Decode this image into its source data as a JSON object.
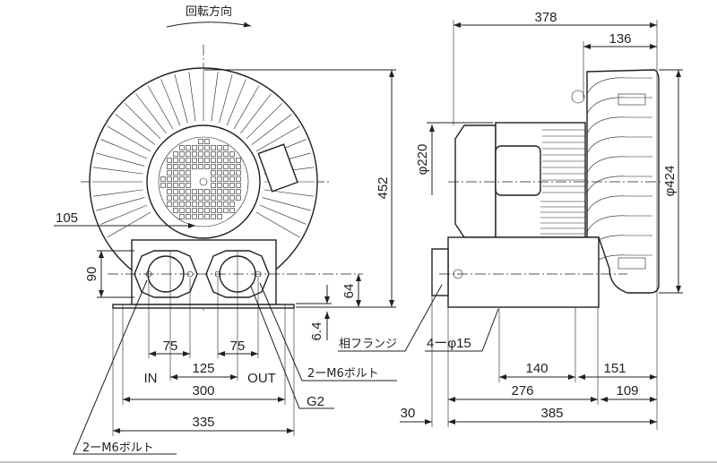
{
  "rotation_label": "回転方向",
  "front_view": {
    "dim_105": "105",
    "dim_90": "90",
    "dim_452": "452",
    "dim_64": "64",
    "dim_6_4": "6.4",
    "dim_75_left": "75",
    "dim_75_right": "75",
    "dim_125": "125",
    "dim_300": "300",
    "dim_335": "335",
    "label_in": "IN",
    "label_out": "OUT",
    "label_bolt_right": "2ーM6ボルト",
    "label_bolt_bottom": "2ーM6ボルト",
    "label_g2": "G2",
    "label_mating_flange": "相フランジ"
  },
  "side_view": {
    "dim_378": "378",
    "dim_136": "136",
    "dim_220": "φ220",
    "dim_424": "φ424",
    "label_holes": "4ーφ15",
    "dim_140": "140",
    "dim_151": "151",
    "dim_276": "276",
    "dim_109": "109",
    "dim_30": "30",
    "dim_385": "385"
  }
}
